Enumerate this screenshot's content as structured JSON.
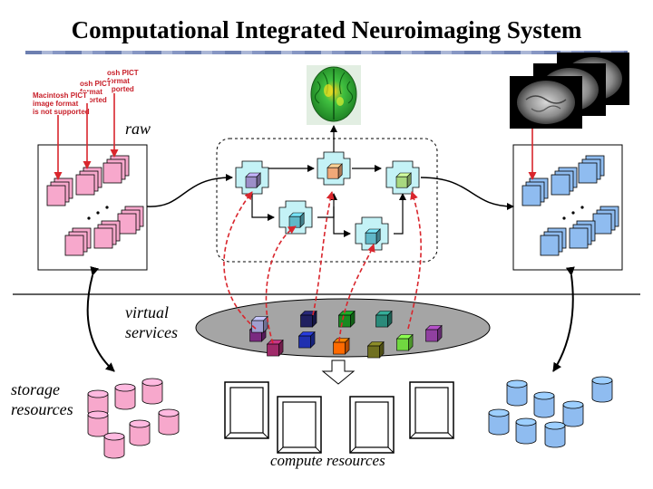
{
  "title": "Computational Integrated Neuroimaging System",
  "labels": {
    "raw": "raw",
    "virtual_services": [
      "virtual",
      "services"
    ],
    "storage_resources": [
      "storage",
      "resources"
    ],
    "compute_resources": "compute resources"
  },
  "pict_placeholders": [
    [
      "osh PICT",
      "format",
      "pported"
    ],
    [
      "osh PICT",
      "format",
      "pported"
    ],
    [
      "Macintosh PICT",
      "image format",
      "is not supported"
    ]
  ],
  "colors": {
    "pink_file": "#f7a8cc",
    "blue_file": "#8fbcf0",
    "service_node": "#c4f2f6",
    "arrow_red": "#d9262d",
    "ellipse": "#a5a5a5",
    "cube_colors": [
      "#9c8fc8",
      "#f0a878",
      "#a8d880",
      "#60b8c8",
      "#7a2a80",
      "#a0a0d0",
      "#202060",
      "#188a20",
      "#2a8a7a",
      "#a02a6a",
      "#2030b0",
      "#ff6a00",
      "#707020",
      "#70d840",
      "#9040a0"
    ]
  },
  "icons": {
    "brain_top": "brain-3d-render-icon",
    "brain_slices": "mri-slice-stack-icon",
    "cube": "cube-icon",
    "database": "database-cylinder-icon",
    "computer": "computer-node-icon",
    "arrow_down": "hollow-down-arrow-icon"
  }
}
